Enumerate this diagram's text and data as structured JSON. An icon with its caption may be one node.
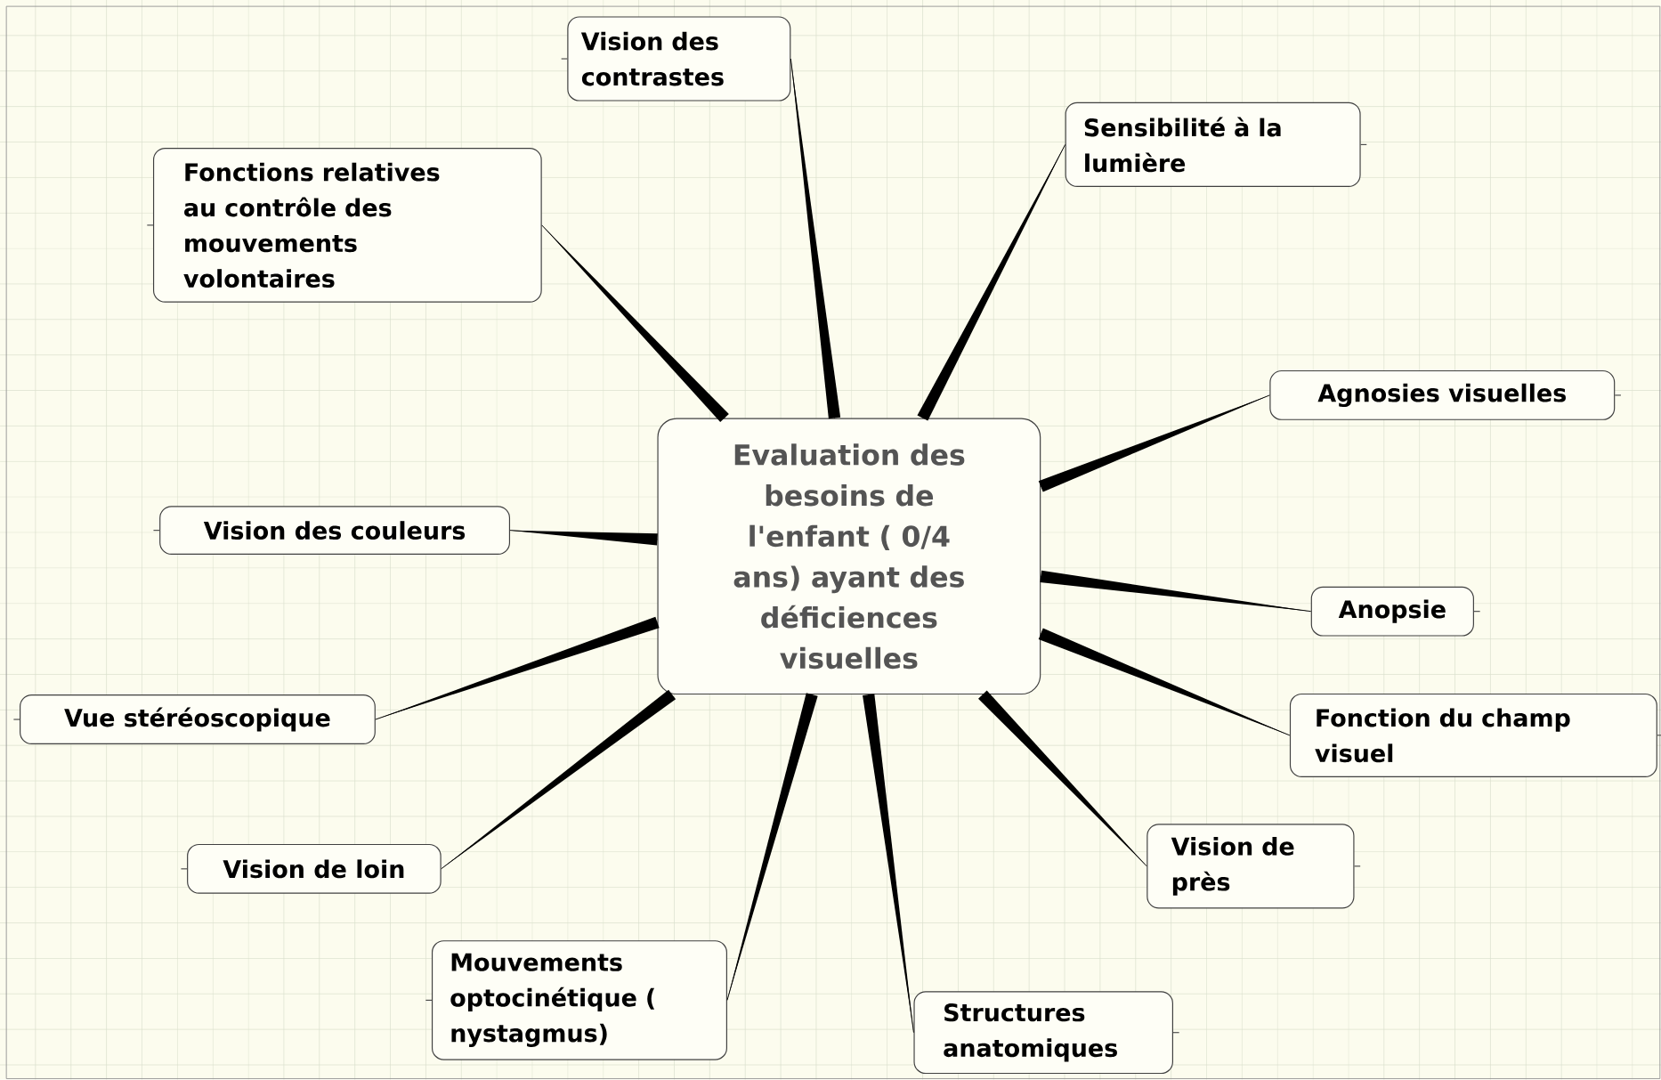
{
  "diagram": {
    "nodes": [
      {
        "text": [
          "Evaluation des besoins de l'enfant ( 0/4 ans) ayant des déficiences visuelles"
        ]
      },
      {
        "text": [
          "Vision des contrastes"
        ]
      },
      {
        "text": [
          "Sensibilité à la lumière"
        ]
      },
      {
        "text": [
          "Fonctions relatives au contrôle des mouvements volontaires"
        ]
      },
      {
        "text": [
          "Agnosies visuelles"
        ]
      },
      {
        "text": [
          "Vision des couleurs"
        ]
      },
      {
        "text": [
          "Anopsie"
        ]
      },
      {
        "text": [
          "Vue stéréoscopique"
        ]
      },
      {
        "text": [
          "Fonction du champ visuel"
        ]
      },
      {
        "text": [
          "Vision de loin"
        ]
      },
      {
        "text": [
          "Vision de près"
        ]
      },
      {
        "text": [
          "Mouvements optocinétique ( nystagmus)"
        ]
      },
      {
        "text": [
          "Structures anatomiques"
        ]
      }
    ],
    "edges": [
      {
        "from": 0,
        "to": 1,
        "arrow": "none"
      },
      {
        "from": 0,
        "to": 2,
        "arrow": "none"
      },
      {
        "from": 0,
        "to": 3,
        "arrow": "none"
      },
      {
        "from": 0,
        "to": 4,
        "arrow": "none"
      },
      {
        "from": 0,
        "to": 5,
        "arrow": "none"
      },
      {
        "from": 0,
        "to": 6,
        "arrow": "none"
      },
      {
        "from": 0,
        "to": 7,
        "arrow": "none"
      },
      {
        "from": 0,
        "to": 8,
        "arrow": "none"
      },
      {
        "from": 0,
        "to": 9,
        "arrow": "none"
      },
      {
        "from": 0,
        "to": 10,
        "arrow": "none"
      },
      {
        "from": 0,
        "to": 11,
        "arrow": "none"
      },
      {
        "from": 0,
        "to": 12,
        "arrow": "none"
      }
    ]
  }
}
